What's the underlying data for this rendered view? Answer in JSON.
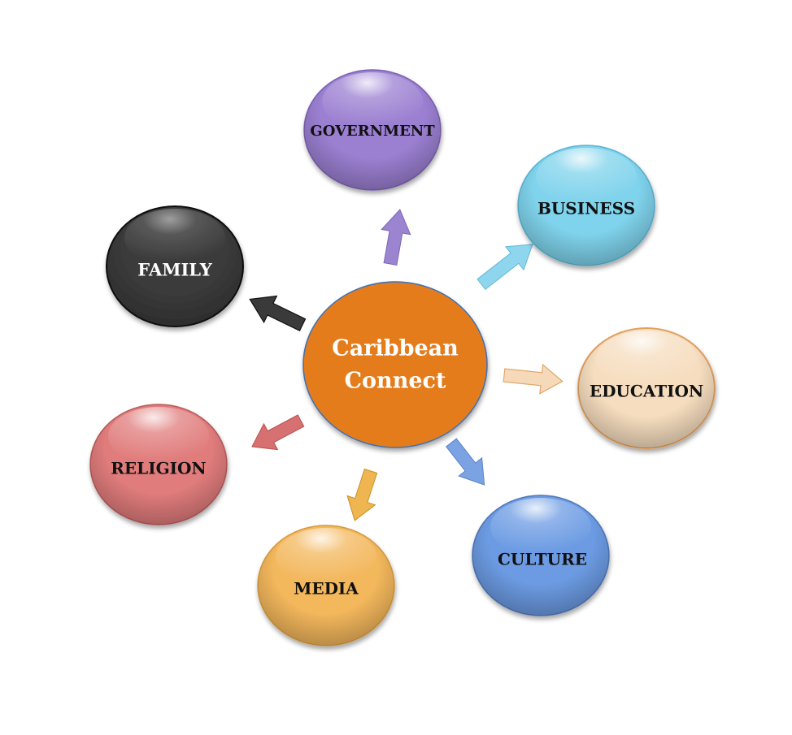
{
  "center": {
    "line1": "Caribbean",
    "line2": "Connect",
    "color": "#E57C1F"
  },
  "nodes": [
    {
      "key": "government",
      "label": "GOVERNMENT",
      "color": "#9B7FD1",
      "label_color": "#111111"
    },
    {
      "key": "business",
      "label": "BUSINESS",
      "color": "#7FD3EC",
      "label_color": "#111111"
    },
    {
      "key": "education",
      "label": "EDUCATION",
      "color": "#F6DDBF",
      "label_color": "#111111"
    },
    {
      "key": "culture",
      "label": "CULTURE",
      "color": "#6C9BE3",
      "label_color": "#111111"
    },
    {
      "key": "media",
      "label": "MEDIA",
      "color": "#F3B75C",
      "label_color": "#111111"
    },
    {
      "key": "religion",
      "label": "RELIGION",
      "color": "#E17C7C",
      "label_color": "#111111"
    },
    {
      "key": "family",
      "label": "FAMILY",
      "color": "#3A3A3A",
      "label_color": "#FFFFFF"
    }
  ]
}
